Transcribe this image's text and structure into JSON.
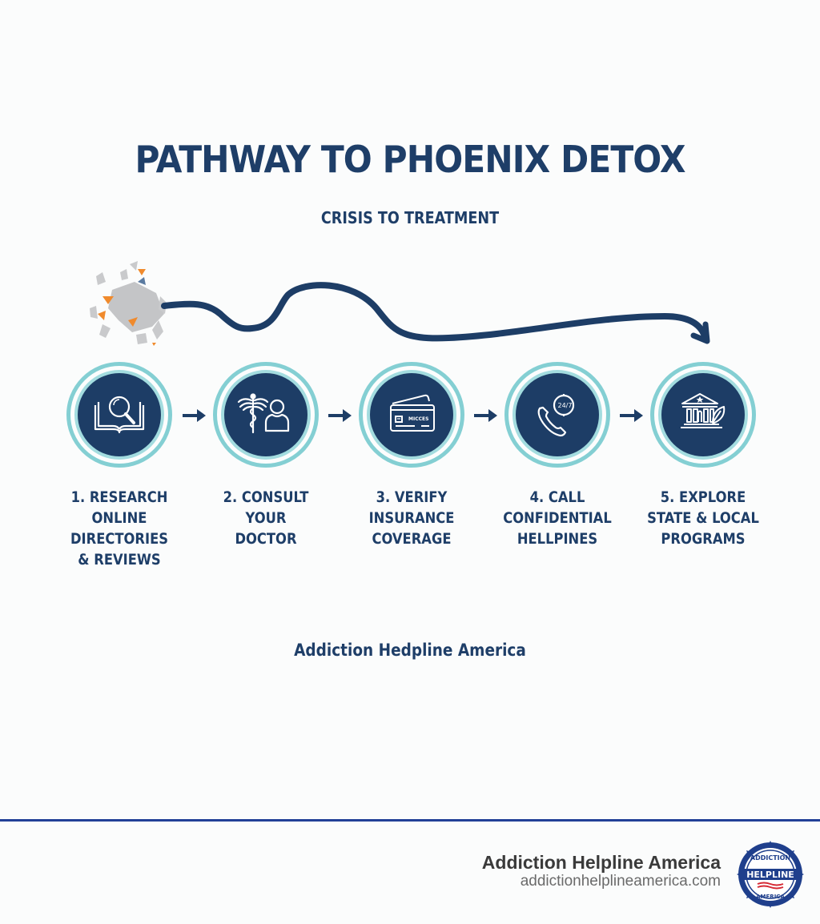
{
  "header": {
    "title": "PATHWAY TO PHOENIX DETOX",
    "subtitle": "CRISIS TO TREATMENT"
  },
  "steps": [
    {
      "icon": "book-magnifier-icon",
      "lines": [
        "1. RESEARCH",
        "ONLINE DIRECTORIES",
        "& REVIEWS"
      ]
    },
    {
      "icon": "caduceus-doctor-icon",
      "lines": [
        "2. CONSULT",
        "YOUR",
        "DOCTOR"
      ]
    },
    {
      "icon": "insurance-card-icon",
      "card_text": "MICCES",
      "lines": [
        "3. VERIFY",
        "INSURANCE",
        "COVERAGE"
      ]
    },
    {
      "icon": "phone-24-7-icon",
      "clock_text": "24/7",
      "lines": [
        "4. CALL",
        "CONFIDENTIAL",
        "HELLPINES"
      ]
    },
    {
      "icon": "government-building-leaf-icon",
      "lines": [
        "5. EXPLORE",
        "STATE & LOCAL",
        "PROGRAMS"
      ]
    }
  ],
  "brand_mid": "Addiction Hedpline America",
  "footer": {
    "name": "Addiction Helpline America",
    "url": "addictionhelplineamerica.com",
    "badge": {
      "top_text": "ADDICTION",
      "center_text": "HELPLINE",
      "bottom_text": "AMERICA"
    }
  },
  "colors": {
    "navy": "#1d3d66",
    "teal_ring": "#84cfd3",
    "orange_accent": "#f08a2c",
    "footer_rule": "#213f97",
    "background": "#fbfcfc"
  }
}
